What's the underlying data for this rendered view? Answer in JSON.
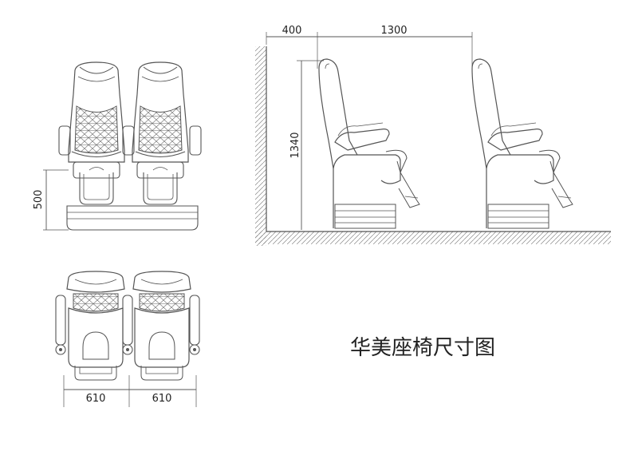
{
  "dimensions": {
    "front_height": "500",
    "wall_gap": "400",
    "row_pitch": "1300",
    "seat_height": "1340",
    "seat_width_left": "610",
    "seat_width_right": "610"
  },
  "title": "华美座椅尺寸图",
  "colors": {
    "line": "#555555",
    "text": "#222222",
    "lattice": "#666666"
  }
}
